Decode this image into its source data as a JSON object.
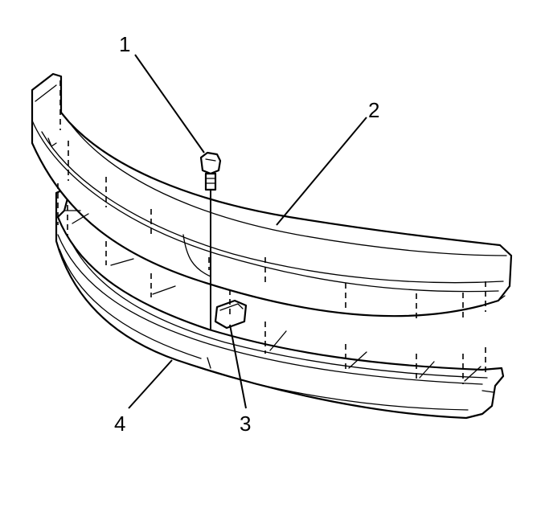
{
  "callouts": [
    {
      "id": "1",
      "label": "1",
      "part": "bolt"
    },
    {
      "id": "2",
      "label": "2",
      "part": "bumper-fascia"
    },
    {
      "id": "3",
      "label": "3",
      "part": "clip-nut"
    },
    {
      "id": "4",
      "label": "4",
      "part": "bumper-reinforcement"
    }
  ],
  "colors": {
    "line": "#000000",
    "background": "#ffffff"
  }
}
